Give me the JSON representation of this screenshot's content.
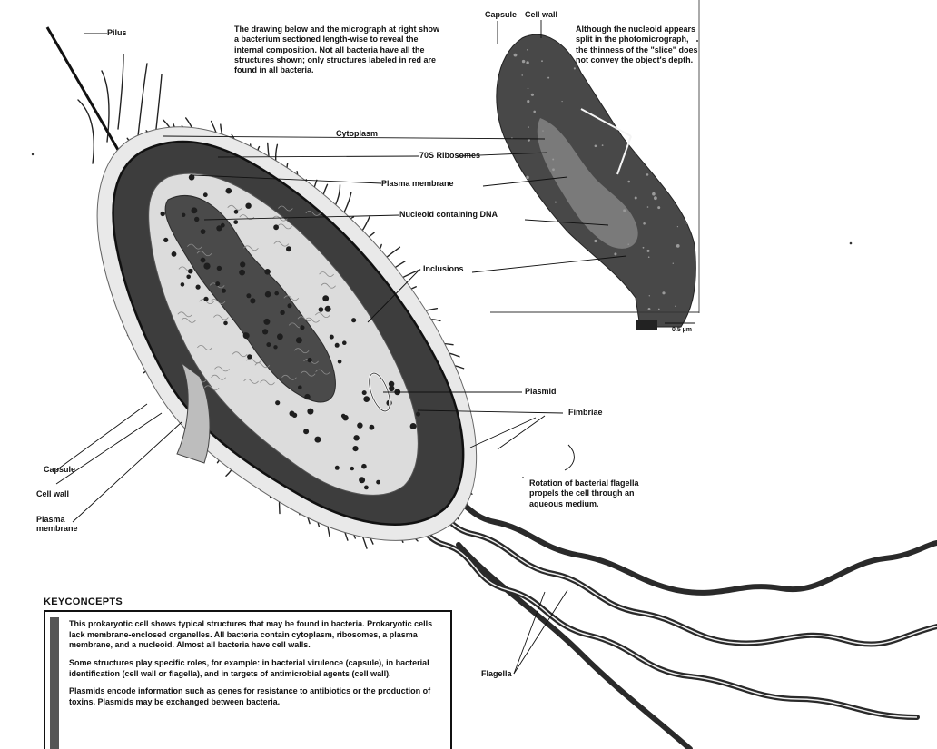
{
  "intro_text": "The drawing below and the micrograph at right show a bacterium sectioned length-wise to reveal the internal composition. Not all bacteria have all the structures shown; only structures labeled in red are found in all bacteria.",
  "micrograph": {
    "capsule_label": "Capsule",
    "cell_wall_label": "Cell wall",
    "note": "Although the nucleoid appears split in the photomicrograph, the thinness of the \"slice\" does not convey the object's depth.",
    "scale_bar": "0.5 µm"
  },
  "labels": {
    "pilus": "Pilus",
    "cytoplasm": "Cytoplasm",
    "ribosomes": "70S Ribosomes",
    "plasma_membrane": "Plasma membrane",
    "nucleoid": "Nucleoid containing DNA",
    "inclusions": "Inclusions",
    "plasmid": "Plasmid",
    "fimbriae": "Fimbriae",
    "capsule": "Capsule",
    "cell_wall": "Cell wall",
    "plasma_membrane_left": "Plasma membrane",
    "flagella": "Flagella",
    "rotation": "Rotation of bacterial flagella propels the cell through an aqueous medium."
  },
  "key_concepts": {
    "title": "KEYCONCEPTS",
    "paragraphs": [
      "This prokaryotic cell shows typical structures that may be found in bacteria. Prokaryotic cells lack membrane-enclosed organelles. All bacteria contain cytoplasm, ribosomes, a plasma membrane, and a nucleoid. Almost all bacteria have cell walls.",
      "Some structures play specific roles, for example: in bacterial virulence (capsule), in bacterial identification (cell wall or flagella), and in targets of antimicrobial agents (cell wall).",
      "Plasmids encode information such as genes for resistance to antibiotics or the production of toxins. Plasmids may be exchanged between bacteria."
    ]
  },
  "colors": {
    "cell_body": "#3d3d3d",
    "capsule_halo": "#f2f2f2",
    "cytoplasm_inner": "#dedede",
    "nucleoid": "#4a4a4a",
    "ribosome": "#222222",
    "line": "#111111"
  }
}
